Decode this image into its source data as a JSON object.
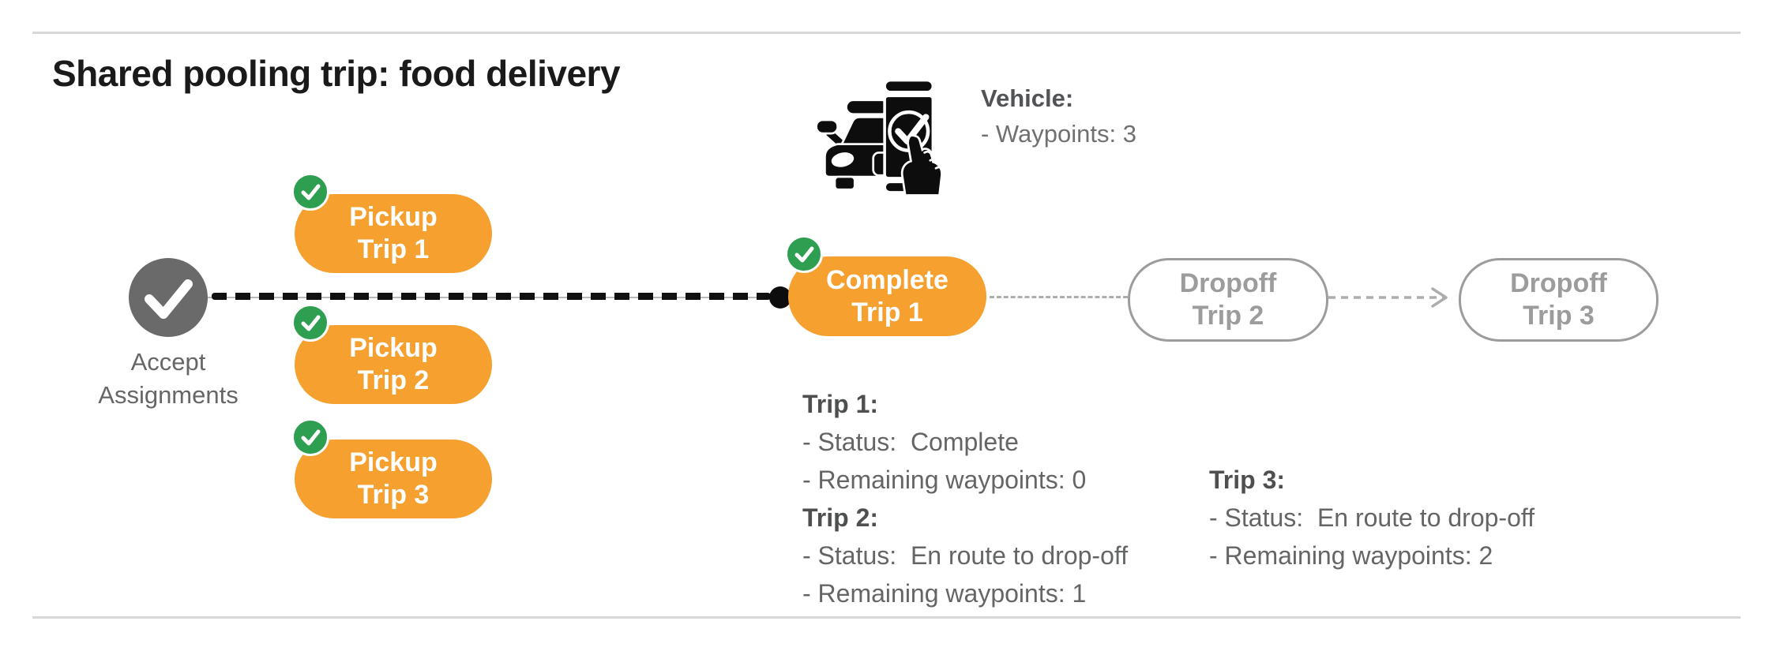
{
  "title": "Shared pooling trip: food delivery",
  "vehicle": {
    "icon": "car-phone-check-icon",
    "heading": "Vehicle:",
    "waypoints": "- Waypoints: 3"
  },
  "flow": {
    "start": {
      "icon": "check-circle-icon",
      "label_line1": "Accept",
      "label_line2": "Assignments"
    },
    "pickups": [
      {
        "badge": "check-badge-icon",
        "line1": "Pickup",
        "line2": "Trip 1"
      },
      {
        "badge": "check-badge-icon",
        "line1": "Pickup",
        "line2": "Trip 2"
      },
      {
        "badge": "check-badge-icon",
        "line1": "Pickup",
        "line2": "Trip 3"
      }
    ],
    "complete": {
      "badge": "check-badge-icon",
      "line1": "Complete",
      "line2": "Trip 1"
    },
    "dropoffs": [
      {
        "line1": "Dropoff",
        "line2": "Trip 2"
      },
      {
        "line1": "Dropoff",
        "line2": "Trip 3"
      }
    ],
    "vehicle_position_marker": "current-vehicle-position-dot"
  },
  "trip_status": [
    {
      "heading": "Trip 1:",
      "status": "- Status:  Complete",
      "remaining": "- Remaining waypoints: 0"
    },
    {
      "heading": "Trip 2:",
      "status": "- Status:  En route to drop-off",
      "remaining": "- Remaining waypoints: 1"
    },
    {
      "heading": "Trip 3:",
      "status": "- Status:  En route to drop-off",
      "remaining": "- Remaining waypoints: 2"
    }
  ],
  "colors": {
    "orange": "#F5A02F",
    "green": "#2E9E50",
    "node_gray": "#6A6A6A",
    "outline_gray": "#9C9C9C",
    "dash_black": "#111111",
    "rule_gray": "#D8D8D8"
  }
}
